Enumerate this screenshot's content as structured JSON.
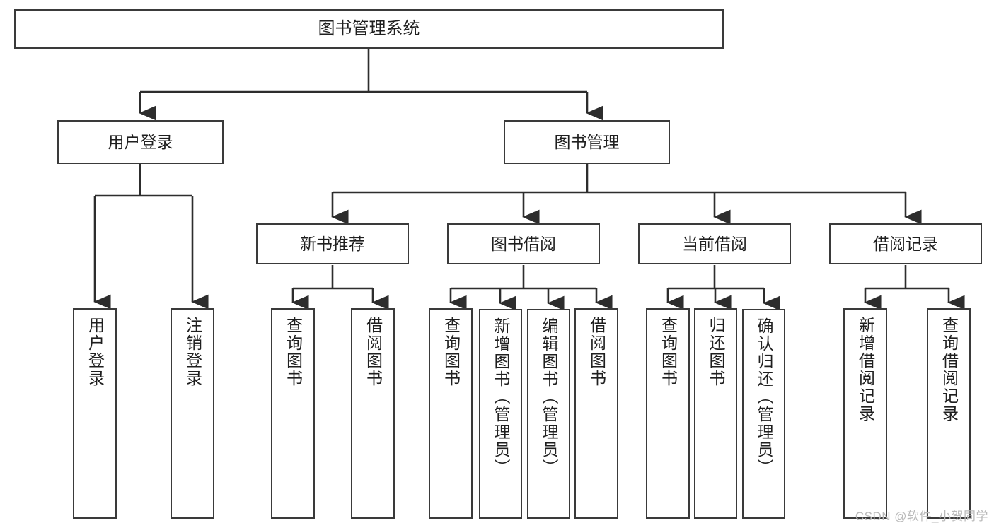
{
  "diagram": {
    "title": "图书管理系统",
    "type": "tree-hierarchy-chart",
    "watermark": "CSDN @软件_小贺同学",
    "colors": {
      "box_border": "#3a3a3a",
      "box_fill": "#ffffff",
      "connector": "#2d2d2d",
      "text": "#1f1f1f",
      "watermark": "#b9b9b9"
    }
  },
  "nodes": {
    "root": {
      "label": "图书管理系统"
    },
    "level2": [
      {
        "id": "user-login",
        "label": "用户登录"
      },
      {
        "id": "book-manage",
        "label": "图书管理"
      }
    ],
    "level3": [
      {
        "id": "new-book-recommend",
        "label": "新书推荐"
      },
      {
        "id": "book-borrow",
        "label": "图书借阅"
      },
      {
        "id": "current-borrow",
        "label": "当前借阅"
      },
      {
        "id": "borrow-record",
        "label": "借阅记录"
      }
    ],
    "leaves": {
      "user-login": [
        {
          "id": "leaf-user-login",
          "label": "用户登录"
        },
        {
          "id": "leaf-logout-login",
          "label": "注销登录"
        }
      ],
      "new-book-recommend": [
        {
          "id": "leaf-query-book-1",
          "label": "查询图书"
        },
        {
          "id": "leaf-borrow-book-1",
          "label": "借阅图书"
        }
      ],
      "book-borrow": [
        {
          "id": "leaf-query-book-2",
          "label": "查询图书"
        },
        {
          "id": "leaf-add-book-admin",
          "label": "新增图书（管理员）"
        },
        {
          "id": "leaf-edit-book-admin",
          "label": "编辑图书（管理员）"
        },
        {
          "id": "leaf-borrow-book-2",
          "label": "借阅图书"
        }
      ],
      "current-borrow": [
        {
          "id": "leaf-query-book-3",
          "label": "查询图书"
        },
        {
          "id": "leaf-return-book",
          "label": "归还图书"
        },
        {
          "id": "leaf-confirm-return-admin",
          "label": "确认归还（管理员）"
        }
      ],
      "borrow-record": [
        {
          "id": "leaf-add-borrow-record",
          "label": "新增借阅记录"
        },
        {
          "id": "leaf-query-borrow-record",
          "label": "查询借阅记录"
        }
      ]
    }
  }
}
